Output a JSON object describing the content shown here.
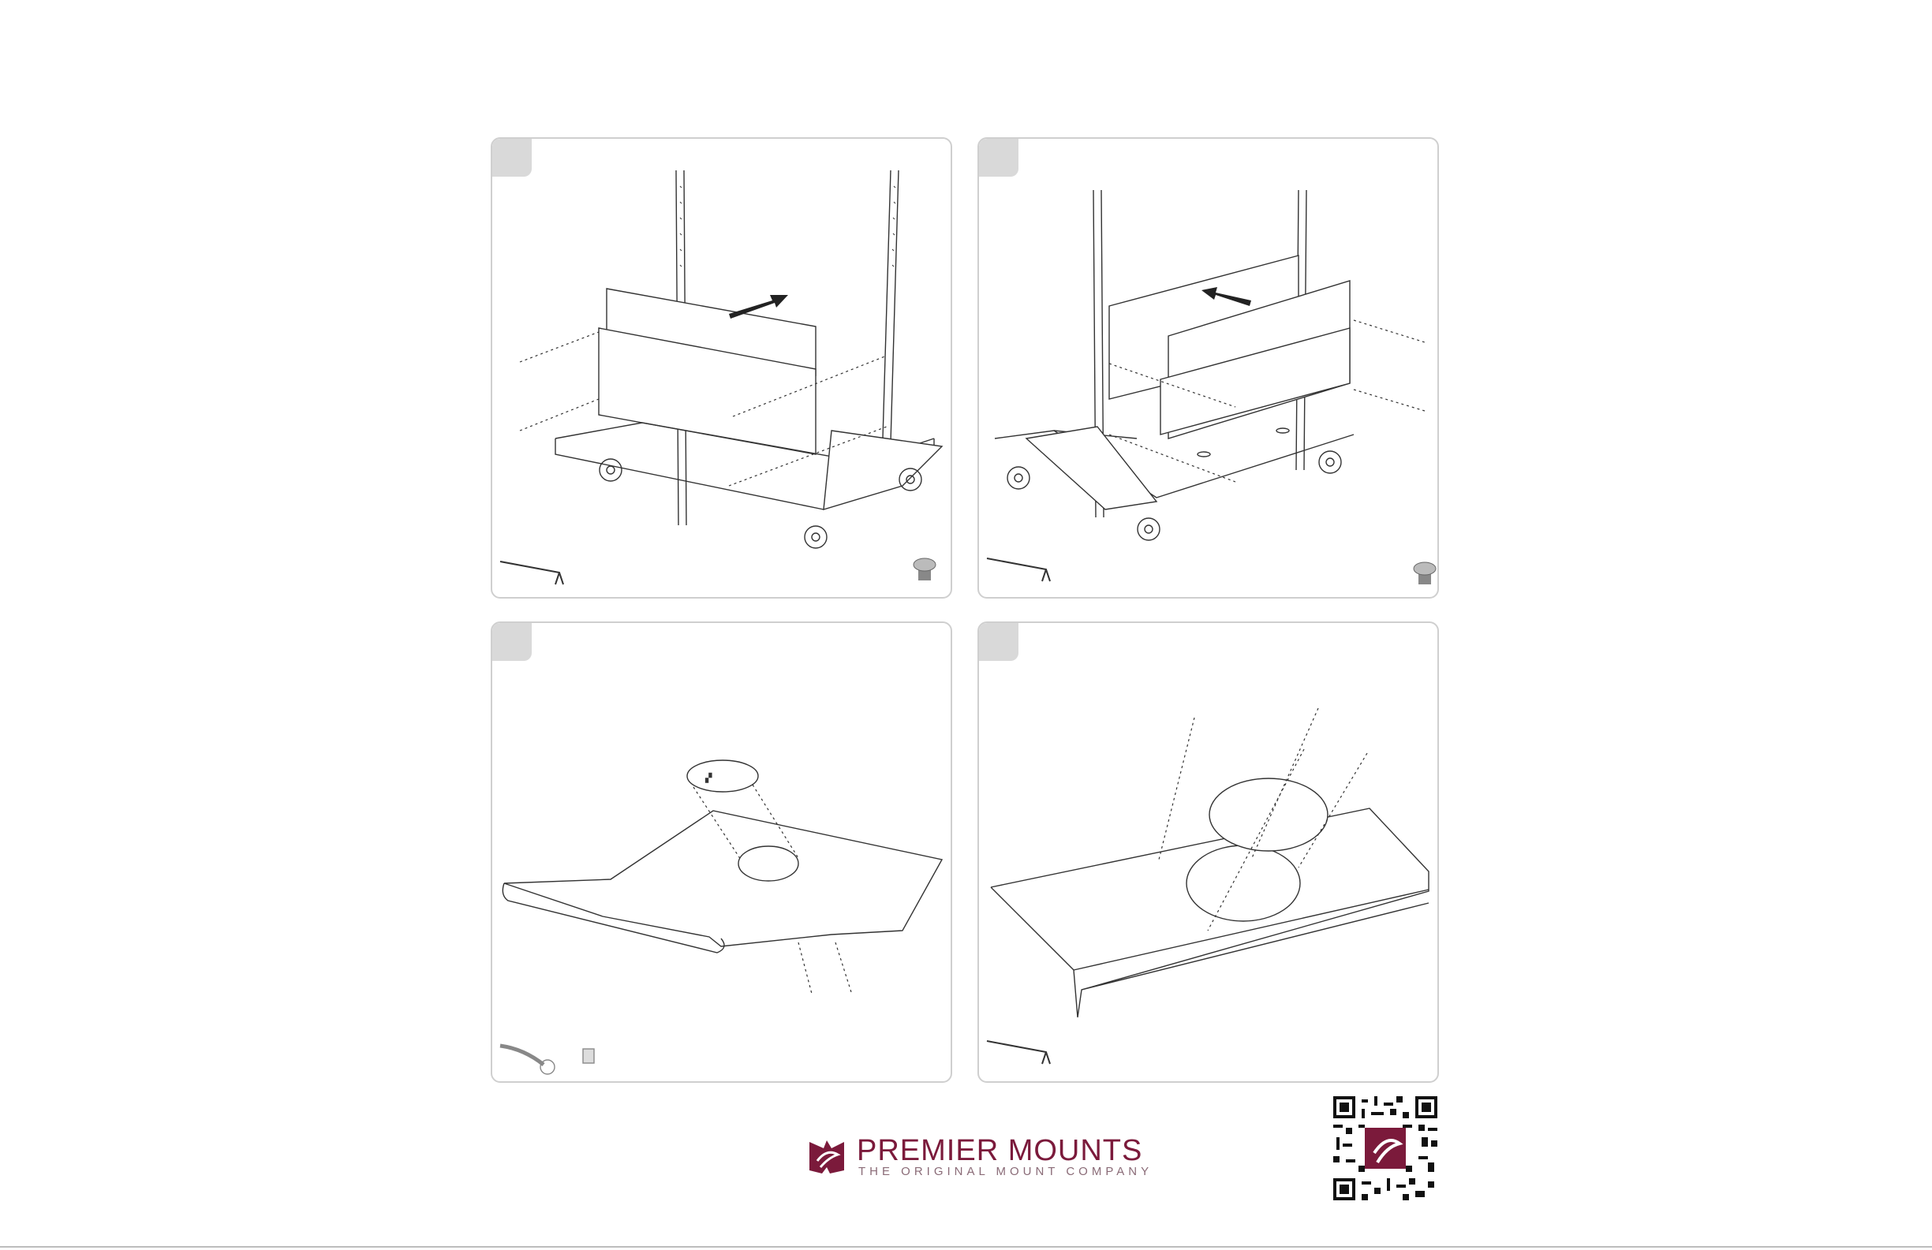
{
  "brand": {
    "name_part1": "PREMIER",
    "name_part2": "MOUNTS",
    "tagline": "THE ORIGINAL MOUNT COMPANY",
    "color": "#7b1a3b",
    "mark_icon": "premier-mounts-logo-icon"
  },
  "panels": [
    {
      "step_tab": "",
      "tools": [
        "hex-key-icon",
        "button-head-bolt-icon"
      ]
    },
    {
      "step_tab": "",
      "tools": [
        "hex-key-icon",
        "button-head-bolt-icon"
      ]
    },
    {
      "step_tab": "",
      "tools": [
        "wrench-icon",
        "nut-icon"
      ]
    },
    {
      "step_tab": "",
      "tools": [
        "hex-key-icon"
      ]
    }
  ],
  "qr_code": {
    "icon": "qr-code-icon"
  },
  "colors": {
    "line": "#333333",
    "panel_border": "#cfcfcf",
    "tab": "#d9d9d9"
  }
}
